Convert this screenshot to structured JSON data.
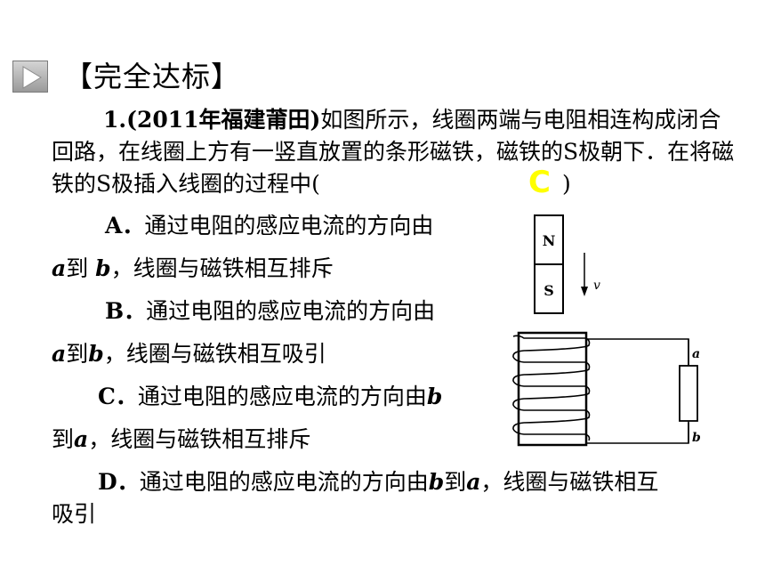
{
  "slide": {
    "heading": "【完全达标】",
    "question": {
      "number": "1.",
      "source": "(2011年福建莆田)",
      "text": "如图所示，线圈两端与电阻相连构成闭合回路，在线圈上方有一竖直放置的条形磁铁，磁铁的S极朝下．在将磁铁的S极插入线圈的过程中(",
      "close_paren": ")",
      "answer": "C"
    },
    "options": {
      "A": {
        "letter": "A．",
        "l1": "通过电阻的感应电流的方向由",
        "v1": "a",
        "to": "到",
        "v2": "b",
        "rest": "，线圈与磁铁相互排斥"
      },
      "B": {
        "letter": "B．",
        "l1": "通过电阻的感应电流的方向由",
        "v1": "a",
        "to": "到",
        "v2": "b",
        "rest": "，线圈与磁铁相互吸引"
      },
      "C": {
        "letter": "C．",
        "l1": "通过电阻的感应电流的方向由",
        "v1": "b",
        "to": "到",
        "v2": "a",
        "rest": "，线圈与磁铁相互排斥"
      },
      "D": {
        "letter": "D．",
        "l1": "通过电阻的感应电流的方向由",
        "v1": "b",
        "to": "到",
        "v2": "a",
        "rest1": "，线圈与磁铁相互",
        "rest2": "吸引"
      }
    },
    "figure": {
      "north": "N",
      "south": "S",
      "velocity": "v",
      "terminal_a": "a",
      "terminal_b": "b"
    },
    "colors": {
      "answer": "#ffff00",
      "button": "#bdbdbd"
    }
  }
}
